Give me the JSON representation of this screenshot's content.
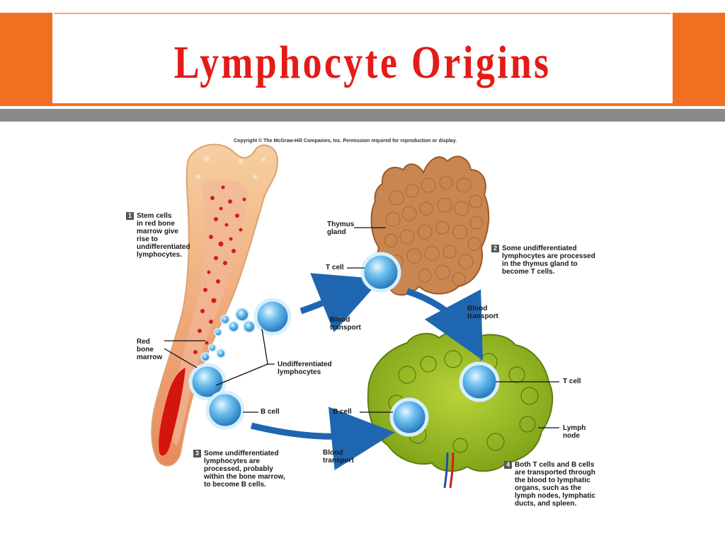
{
  "slide": {
    "title": "Lymphocyte Origins",
    "colors": {
      "accent": "#f26f21",
      "title_text": "#e41b17",
      "divider": "#8a8a8a"
    }
  },
  "diagram": {
    "copyright": "Copyright © The McGraw-Hill Companies, Inc. Permission required for reproduction or display.",
    "steps": [
      {
        "number": "1",
        "lines": [
          "Stem cells",
          "in red bone",
          "marrow give",
          "rise to",
          "undifferentiated",
          "lymphocytes."
        ]
      },
      {
        "number": "2",
        "lines": [
          "Some undifferentiated",
          "lymphocytes are processed",
          "in the thymus gland to",
          "become T cells."
        ]
      },
      {
        "number": "3",
        "lines": [
          "Some undifferentiated",
          "lymphocytes are",
          "processed, probably",
          "within the bone marrow,",
          "to become B cells."
        ]
      },
      {
        "number": "4",
        "lines": [
          "Both T cells and B cells",
          "are transported through",
          "the blood to lymphatic",
          "organs, such as the",
          "lymph nodes, lymphatic",
          "ducts, and spleen."
        ]
      }
    ],
    "labels": {
      "thymus": [
        "Thymus",
        "gland"
      ],
      "t_cell_thymus": "T cell",
      "red_bone_marrow": [
        "Red",
        "bone",
        "marrow"
      ],
      "undifferentiated": [
        "Undifferentiated",
        "lymphocytes"
      ],
      "b_cell_bone": "B cell",
      "blood_transport_1": [
        "Blood",
        "transport"
      ],
      "blood_transport_2": [
        "Blood",
        "transport"
      ],
      "blood_transport_3": [
        "Blood",
        "transport"
      ],
      "t_cell_node": "T cell",
      "b_cell_node": "B cell",
      "lymph_node": [
        "Lymph",
        "node"
      ]
    }
  }
}
